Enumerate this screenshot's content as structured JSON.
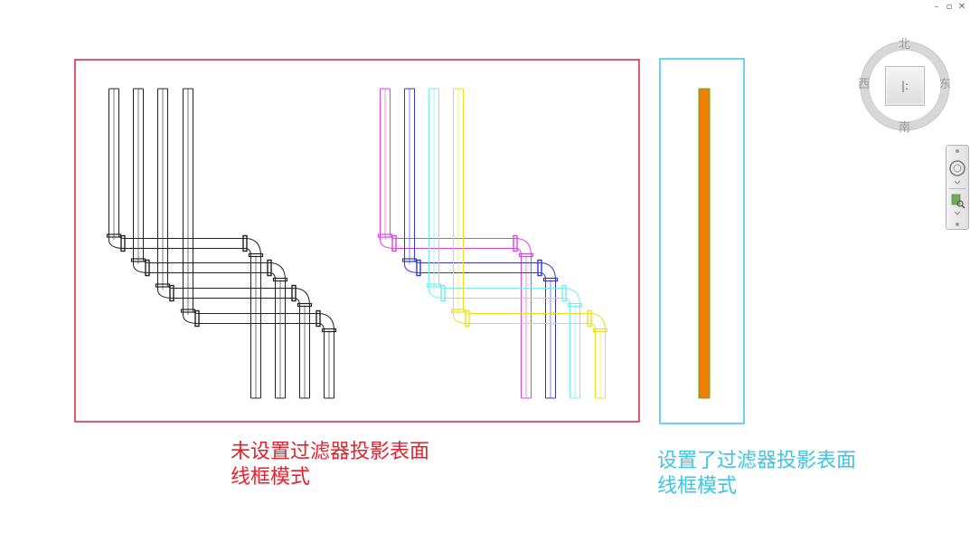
{
  "window_controls": {
    "minimize": "–",
    "restore": "▫",
    "close": "✕"
  },
  "viewcube": {
    "north": "北",
    "south": "南",
    "west": "西",
    "east": "东",
    "face": "|:"
  },
  "captions": {
    "left_line1": "未设置过滤器投影表面",
    "left_line2": "线框模式",
    "right_line1": "设置了过滤器投影表面",
    "right_line2": "线框模式"
  },
  "colors": {
    "frame_left": "#d92030",
    "frame_right": "#3cc6e4",
    "pipe_black": "#222222",
    "pipe_magenta": "#e040e8",
    "pipe_blue": "#3535c8",
    "pipe_cyan": "#70f0f0",
    "pipe_yellow": "#ece020",
    "solid_bar": "#f07e00",
    "solid_bar_edge": "#5aa830"
  },
  "icons": {
    "orbit": "orbit-icon",
    "zoom": "zoom-icon"
  }
}
